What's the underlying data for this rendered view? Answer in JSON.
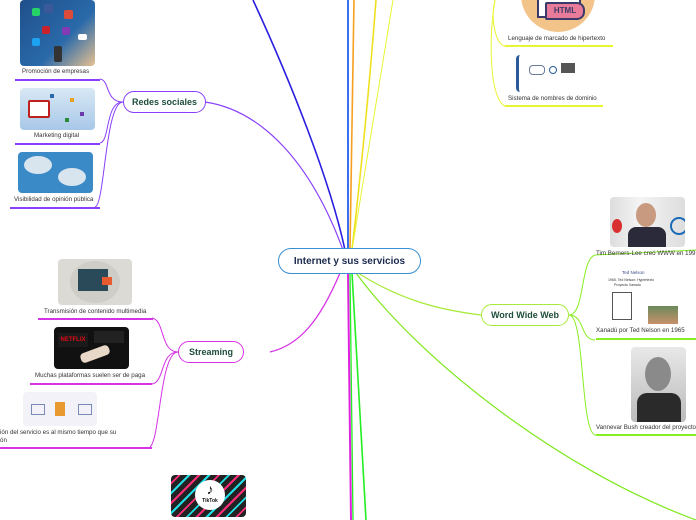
{
  "central_topic": {
    "label": "Internet y sus servicios",
    "color": "#3a8fd0"
  },
  "branches": {
    "redes_sociales": {
      "label": "Redes sociales",
      "color": "#8a3ffc",
      "children": [
        {
          "caption": "Promoción de  empresas",
          "image": "social-media-icons-image"
        },
        {
          "caption": "Marketing digital",
          "image": "megaphone-marketing-image"
        },
        {
          "caption": "Visibilidad de opinión pública",
          "image": "speech-bubbles-likes-image"
        }
      ]
    },
    "streaming": {
      "label": "Streaming",
      "color": "#d633e6",
      "children": [
        {
          "caption": "Transmisión de contenido multimedia",
          "image": "streaming-laptop-image"
        },
        {
          "caption": "Muchas plataformas suelen ser de paga",
          "image": "netflix-prime-remote-image"
        },
        {
          "caption_line1": "ión del servicio es al mismo tiempo que su",
          "caption_line2": "ón",
          "image": "streaming-devices-image"
        }
      ],
      "extra_image": {
        "image": "tiktok-logo-image",
        "label": "TikTok"
      }
    },
    "word_wide_web": {
      "label": "Word Wide Web",
      "color": "#7ee81d",
      "children": [
        {
          "caption": "Tim Berners-Lee creó WWW en 199",
          "image": "tim-berners-lee-photo"
        },
        {
          "caption": "Xanadú por Ted Nelson en 1965",
          "image": "ted-nelson-hypertext-image",
          "image_text": [
            "Ted Nelson",
            "1965, Ted Nelson: Hypertexto",
            "Proyecto Xanadú"
          ]
        },
        {
          "caption": "Vannevar Bush creador del proyecto",
          "image": "vannevar-bush-photo"
        }
      ]
    },
    "html_branch": {
      "color": "#e6f53a",
      "children": [
        {
          "caption": "Lenguaje de marcado de hipertexto",
          "image": "html-icon-image",
          "image_text": "HTML"
        },
        {
          "caption": "Sistema de nombres de dominio",
          "image": "dns-diagram-image"
        }
      ]
    }
  },
  "line_colors": {
    "blue_dark": "#2a1fe0",
    "blue": "#3a6ff0",
    "orange": "#f5a020",
    "yellow": "#f0e020",
    "yellow_light": "#e8f530",
    "purple": "#8a3ffc",
    "magenta": "#e020e0",
    "green": "#22ee22",
    "green_light": "#88ee22"
  }
}
